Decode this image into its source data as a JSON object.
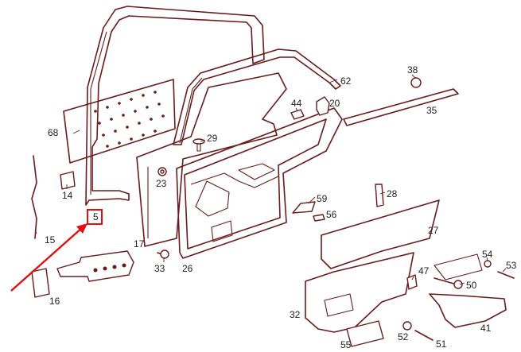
{
  "callouts": {
    "c62": "62",
    "c38": "38",
    "c44": "44",
    "c20": "20",
    "c35": "35",
    "c68": "68",
    "c29": "29",
    "c23": "23",
    "c14": "14",
    "c59": "59",
    "c28": "28",
    "c56": "56",
    "c5": "5",
    "c15": "15",
    "c27": "27",
    "c17": "17",
    "c33": "33",
    "c26": "26",
    "c54": "54",
    "c53": "53",
    "c47": "47",
    "c50": "50",
    "c16": "16",
    "c32": "32",
    "c41": "41",
    "c55": "55",
    "c52": "52",
    "c51": "51"
  },
  "highlight": {
    "target_callout": "5",
    "color": "#e01010"
  },
  "colors": {
    "line": "#6a1a1a",
    "accent": "#e01010"
  }
}
